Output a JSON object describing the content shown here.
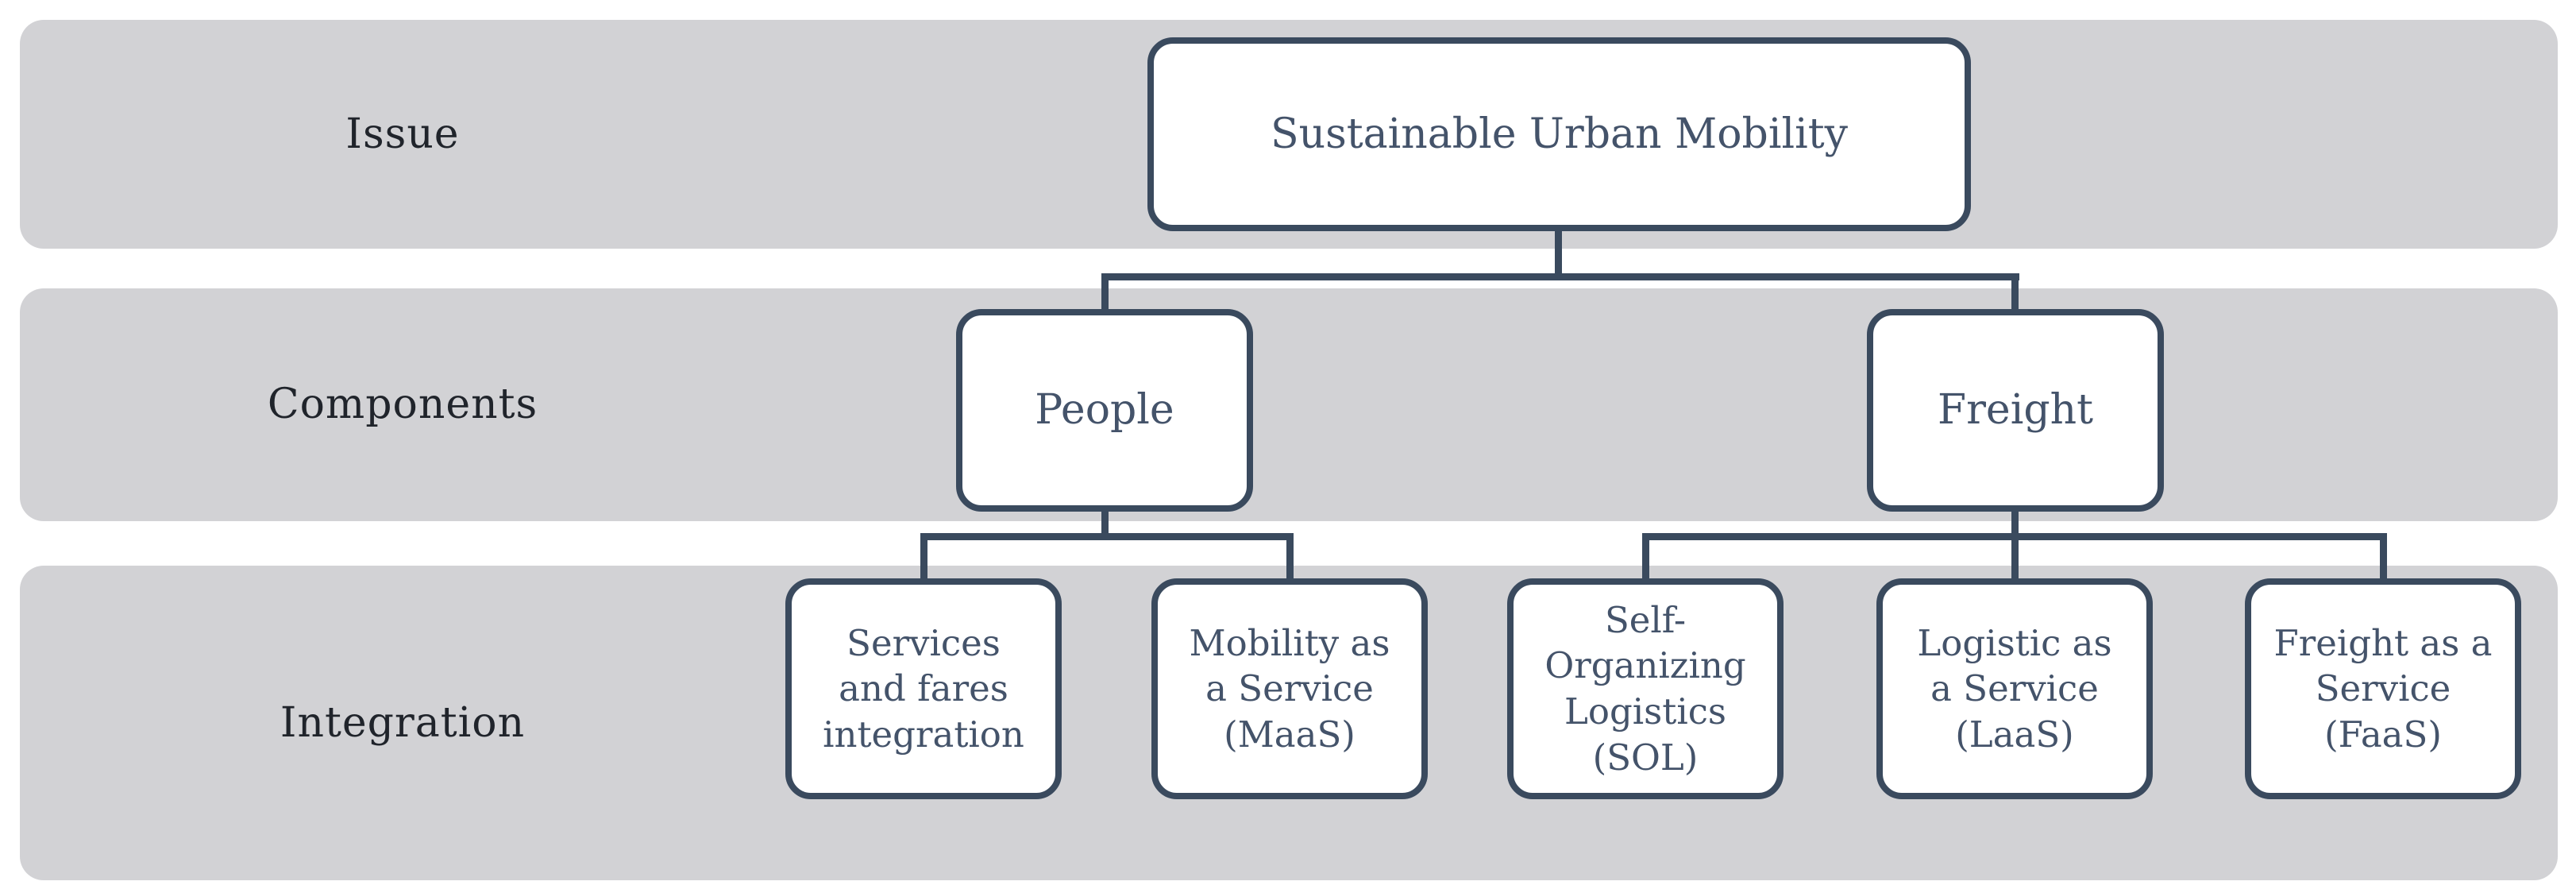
{
  "diagram": {
    "row_labels": [
      "Issue",
      "Components",
      "Integration"
    ],
    "nodes": {
      "issue": "Sustainable Urban Mobility",
      "people": "People",
      "freight": "Freight",
      "services_fares": "Services and fares integration",
      "maas": "Mobility as a Service (MaaS)",
      "sol": "Self-Organizing Logistics (SOL)",
      "laas": "Logistic as a Service (LaaS)",
      "faas": "Freight as a Service (FaaS)"
    },
    "colors": {
      "band": "#d2d2d5",
      "line": "#3a4a5e",
      "node_border": "#3a4a5e",
      "node_text": "#44536a",
      "label_text": "#20242b",
      "node_fill": "#ffffff",
      "background": "#ffffff"
    }
  }
}
